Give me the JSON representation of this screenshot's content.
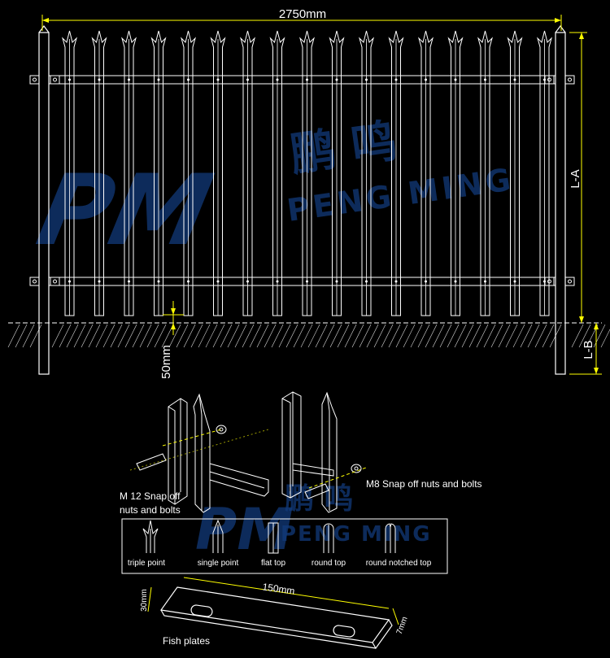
{
  "dimensions": {
    "width_total": "2750mm",
    "height_above": "L-A",
    "height_below": "L-B",
    "embed_depth": "50mm"
  },
  "watermark": {
    "logo": "PM",
    "cn_name": "鹏 鸣",
    "en_name": "PENG MING"
  },
  "assembly": {
    "bolt_left": "M 12 Snap off",
    "bolt_left_2": "nuts and bolts",
    "bolt_right": "M8 Snap off nuts and bolts"
  },
  "tops": [
    {
      "label": "triple point"
    },
    {
      "label": "single point"
    },
    {
      "label": "flat top"
    },
    {
      "label": "round top"
    },
    {
      "label": "round notched top"
    }
  ],
  "fish_plate": {
    "length": "150mm",
    "width": "30mm",
    "thickness": "7mm",
    "caption": "Fish plates"
  },
  "colors": {
    "line": "#ffffff",
    "dim_line": "#ffff00",
    "watermark": "#123a7a",
    "background": "#000000"
  }
}
